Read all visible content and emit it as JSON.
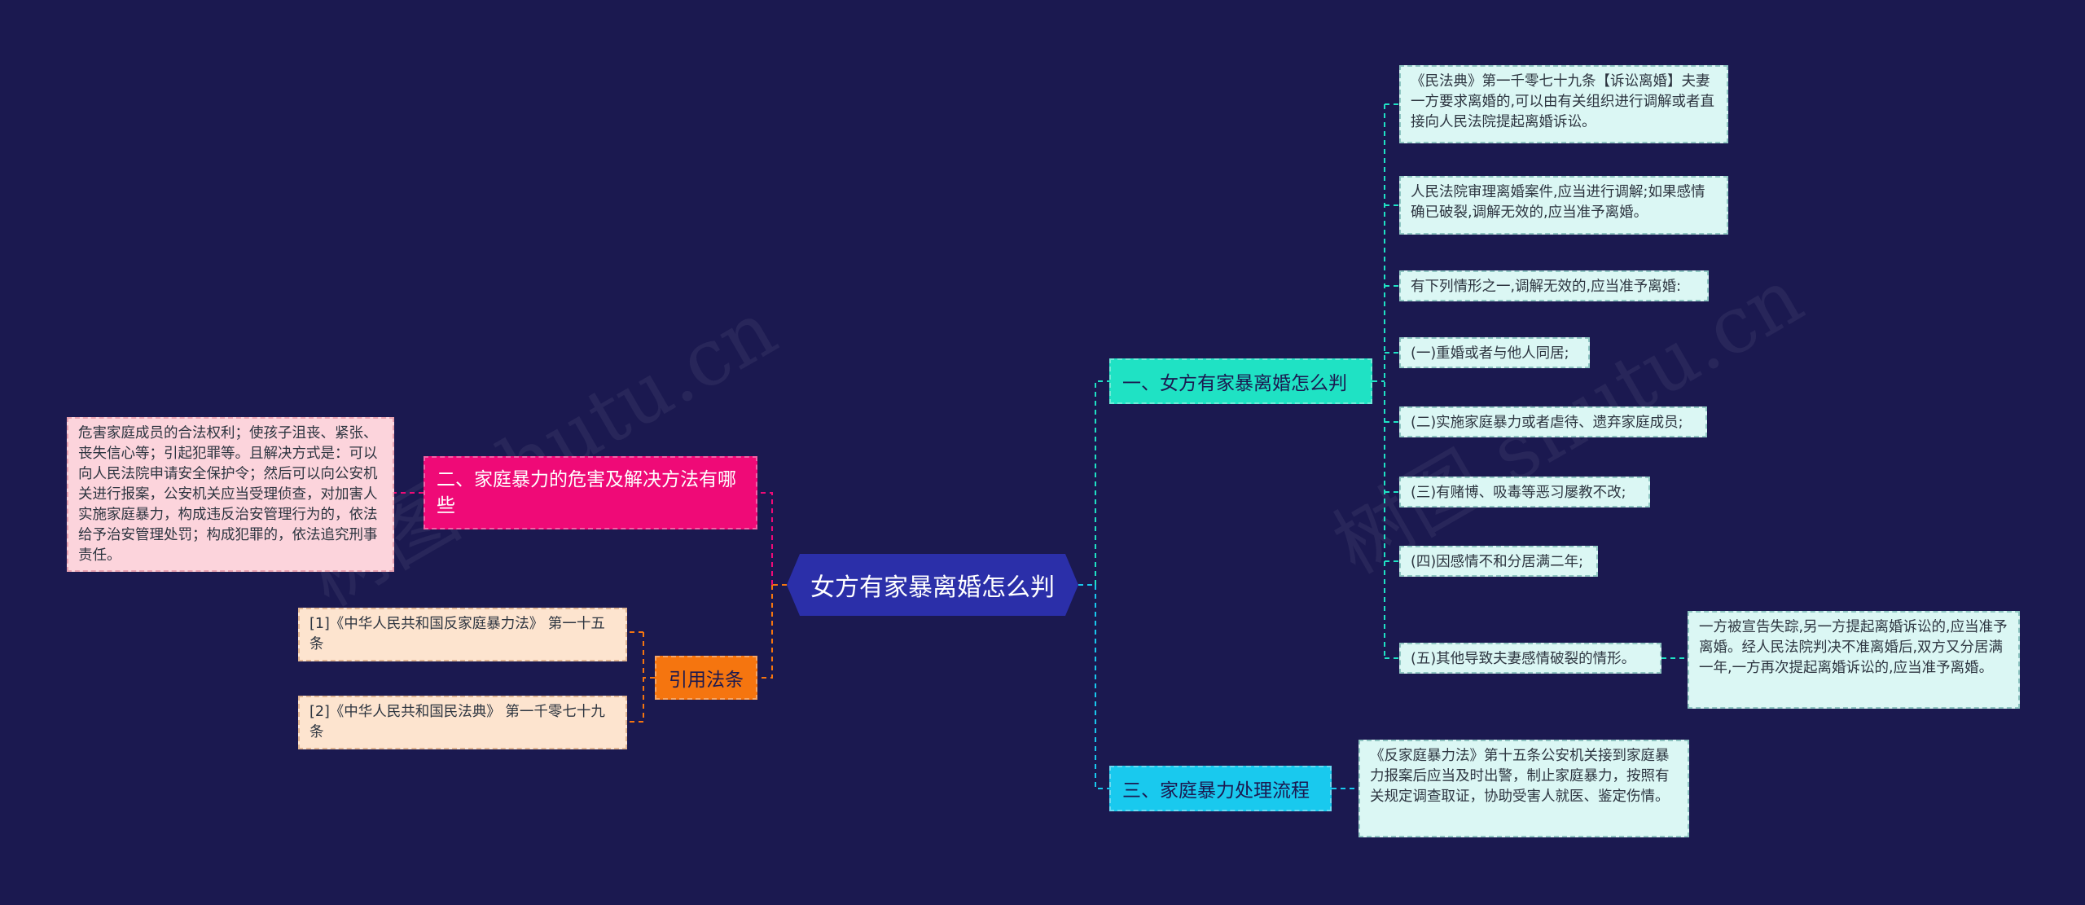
{
  "root": {
    "title": "女方有家暴离婚怎么判"
  },
  "branches": {
    "b1": {
      "label": "一、女方有家暴离婚怎么判"
    },
    "b2": {
      "label": "二、家庭暴力的危害及解决方法有哪些"
    },
    "b3": {
      "label": "三、家庭暴力处理流程"
    },
    "b4": {
      "label": "引用法条"
    }
  },
  "leaves": {
    "b1": [
      "《民法典》第一千零七十九条【诉讼离婚】夫妻一方要求离婚的,可以由有关组织进行调解或者直接向人民法院提起离婚诉讼。",
      "人民法院审理离婚案件,应当进行调解;如果感情确已破裂,调解无效的,应当准予离婚。",
      "有下列情形之一,调解无效的,应当准予离婚:",
      "(一)重婚或者与他人同居;",
      "(二)实施家庭暴力或者虐待、遗弃家庭成员;",
      "(三)有赌博、吸毒等恶习屡教不改;",
      "(四)因感情不和分居满二年;",
      "(五)其他导致夫妻感情破裂的情形。"
    ],
    "b1_sub": "一方被宣告失踪,另一方提起离婚诉讼的,应当准予离婚。经人民法院判决不准离婚后,双方又分居满一年,一方再次提起离婚诉讼的,应当准予离婚。",
    "b2": "危害家庭成员的合法权利；使孩子沮丧、紧张、丧失信心等；引起犯罪等。且解决方式是：可以向人民法院申请安全保护令；然后可以向公安机关进行报案，公安机关应当受理侦查，对加害人实施家庭暴力，构成违反治安管理行为的，依法给予治安管理处罚；构成犯罪的，依法追究刑事责任。",
    "b3": "《反家庭暴力法》第十五条公安机关接到家庭暴力报案后应当及时出警，制止家庭暴力，按照有关规定调查取证，协助受害人就医、鉴定伤情。",
    "b4": [
      "[1]《中华人民共和国反家庭暴力法》 第一十五条",
      "[2]《中华人民共和国民法典》 第一千零七十九条"
    ]
  },
  "watermark": "树图 shutu.cn",
  "colors": {
    "background": "#1b1950",
    "root": "#2b2fa9",
    "teal": "#1fe2c4",
    "cyan": "#19c9ee",
    "pink": "#ef0a77",
    "orange": "#f5750f"
  }
}
